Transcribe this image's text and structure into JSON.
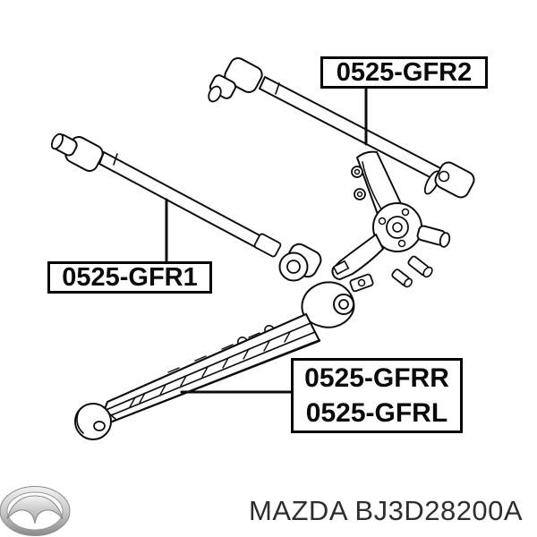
{
  "part_labels": {
    "upper_rod": "0525-GFR2",
    "lower_rod": "0525-GFR1",
    "trailing_arm_right": "0525-GFRR",
    "trailing_arm_left": "0525-GFRL"
  },
  "footer": {
    "caption": "MAZDA BJ3D28200A",
    "logo_icon": "mazda-logo"
  },
  "colors": {
    "background": "#ffffff",
    "line_art": "#0d0d0d",
    "label_border": "#050505",
    "label_text": "#0a0a0a",
    "footer_text": "#2e2e2e",
    "logo_chrome_light": "#f2f2f2",
    "logo_chrome_mid": "#c9c9c9",
    "logo_chrome_dark": "#8a8a8a"
  }
}
